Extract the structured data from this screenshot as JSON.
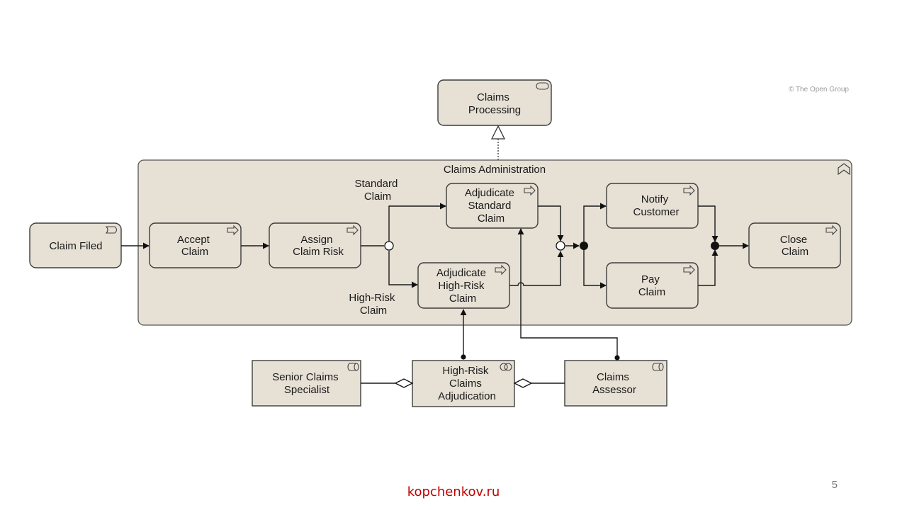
{
  "copyright": "© The Open Group",
  "page_number": "5",
  "footer_site": "kopchenkov.ru",
  "colors": {
    "element_fill": "#e6e0d5",
    "footer": "#c00000"
  },
  "diagram": {
    "service": [
      "Claims",
      "Processing"
    ],
    "group_title": "Claims Administration",
    "event": "Claim Filed",
    "processes": {
      "accept": [
        "Accept",
        "Claim"
      ],
      "assign": [
        "Assign",
        "Claim Risk"
      ],
      "adj_std": [
        "Adjudicate",
        "Standard",
        "Claim"
      ],
      "adj_high": [
        "Adjudicate",
        "High-Risk",
        "Claim"
      ],
      "notify": [
        "Notify",
        "Customer"
      ],
      "pay": [
        "Pay",
        "Claim"
      ],
      "close": [
        "Close",
        "Claim"
      ]
    },
    "flow_labels": {
      "standard": [
        "Standard",
        "Claim"
      ],
      "high_risk": [
        "High-Risk",
        "Claim"
      ]
    },
    "roles": {
      "senior": [
        "Senior Claims",
        "Specialist"
      ],
      "assessor": [
        "Claims",
        "Assessor"
      ]
    },
    "collaboration": [
      "High-Risk",
      "Claims",
      "Adjudication"
    ],
    "icons": {
      "service": "rounded-rect-icon",
      "group": "function-chevron-icon",
      "event": "business-event-icon",
      "process": "process-arrow-icon",
      "role": "role-cylinder-icon",
      "collaboration": "collaboration-circles-icon"
    }
  }
}
